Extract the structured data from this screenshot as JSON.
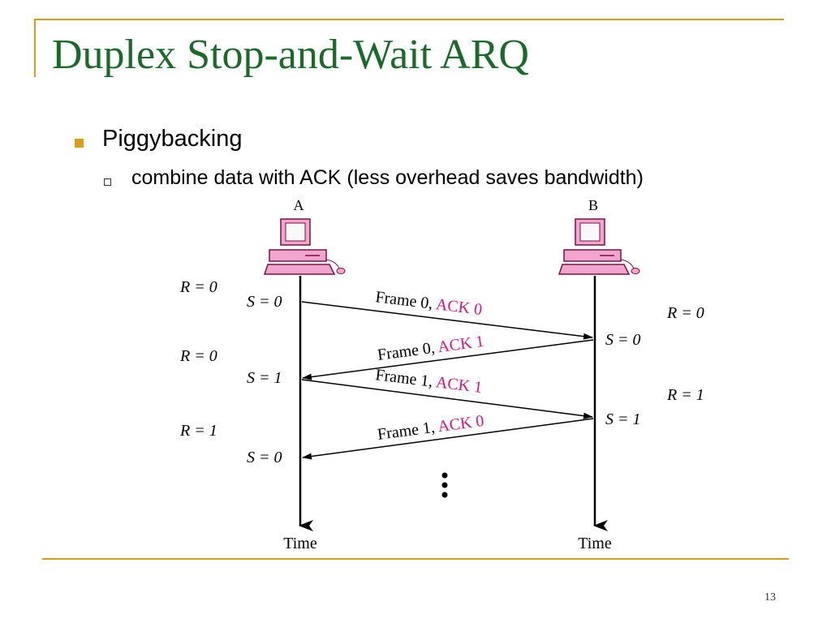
{
  "slide": {
    "title": "Duplex Stop-and-Wait ARQ",
    "bullet1": "Piggybacking",
    "bullet2": "combine data with ACK (less overhead saves bandwidth)",
    "page_number": "13"
  },
  "diagram": {
    "station_a": "A",
    "station_b": "B",
    "time_a": "Time",
    "time_b": "Time",
    "a_r": [
      "R = 0",
      "R = 0",
      "R = 1"
    ],
    "a_s": [
      "S = 0",
      "S = 1",
      "S = 0"
    ],
    "b_r": [
      "R = 0",
      "R = 1"
    ],
    "b_s": [
      "S = 0",
      "S = 1"
    ],
    "frames": [
      {
        "frame": "Frame 0, ",
        "ack": "ACK 0"
      },
      {
        "frame": "Frame 0, ",
        "ack": "ACK 1"
      },
      {
        "frame": "Frame 1, ",
        "ack": "ACK 1"
      },
      {
        "frame": "Frame 1, ",
        "ack": "ACK 0"
      }
    ],
    "colors": {
      "title": "#1a6b2a",
      "accent_rule": "#d4a017",
      "ack_text": "#e0137a",
      "computer": "#e6007e"
    }
  }
}
